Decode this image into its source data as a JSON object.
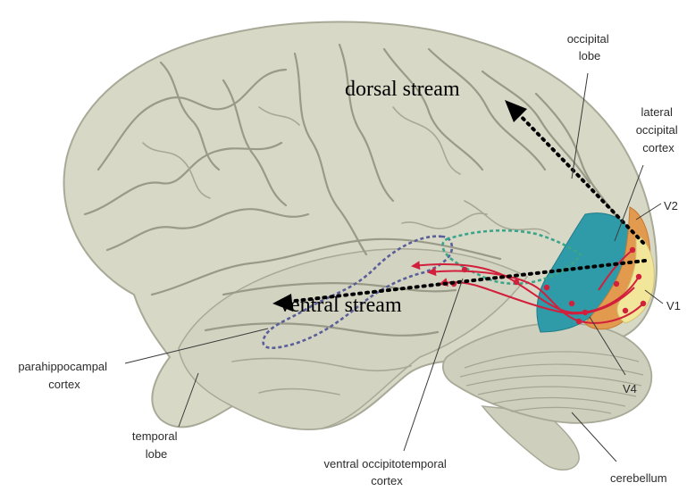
{
  "diagram": {
    "labels": {
      "occipital_lobe": [
        "occipital",
        "lobe"
      ],
      "lateral_occipital_cortex": [
        "lateral",
        "occipital",
        "cortex"
      ],
      "v2": "V2",
      "v1": "V1",
      "v4": "V4",
      "parahippocampal_cortex": [
        "parahippocampal",
        "cortex"
      ],
      "temporal_lobe": [
        "temporal",
        "lobe"
      ],
      "ventral_occipitotemporal_cortex": [
        "ventral occipitotemporal",
        "cortex"
      ],
      "cerebellum": "cerebellum",
      "dorsal_stream": "dorsal stream",
      "ventral_stream": "ventral stream"
    },
    "colors": {
      "brain": "#d8d8c6",
      "cerebellum": "#cfcfbd",
      "occipital_teal": "#2f9aa8",
      "v2_orange": "#e29a4f",
      "v1_yellow": "#f2e69a",
      "pathway_red": "#d21f3c",
      "parahippocampal_dash": "#5a5f9a",
      "lateral_dash": "#3aa58a",
      "stream_arrow": "#000000"
    }
  }
}
